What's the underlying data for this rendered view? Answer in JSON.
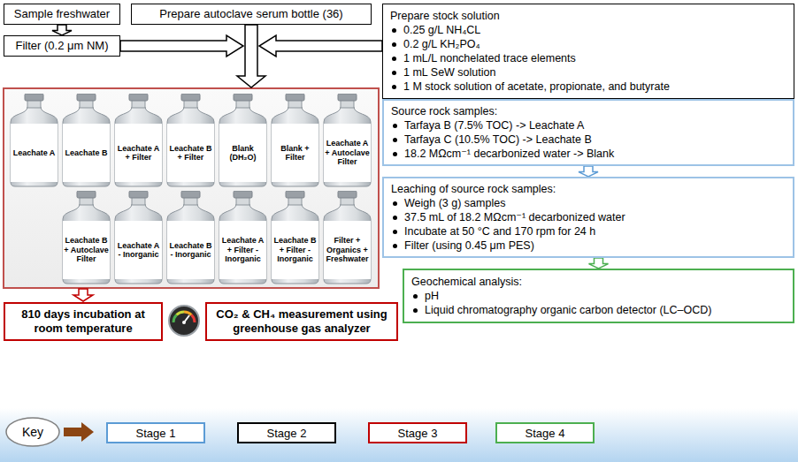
{
  "diagram": {
    "nodes": [
      {
        "text": [
          "Sample freshwater"
        ]
      },
      {
        "text": [
          "Prepare autoclave serum bottle (36)"
        ]
      },
      {
        "text": [
          "Prepare stock solution",
          "0.25 g/L NH₄CL",
          "0.2 g/L KH₂PO₄",
          "1 mL/L nonchelated trace elements",
          "1 mL SeW solution",
          "1 M stock solution of acetate, propionate, and butyrate"
        ]
      },
      {
        "text": [
          "Filter (0.2 μm NM)"
        ]
      },
      {
        "text": [
          "Leachate A"
        ]
      },
      {
        "text": [
          "Leachate B"
        ]
      },
      {
        "text": [
          "Leachate A + Filter"
        ]
      },
      {
        "text": [
          "Leachate B + Filter"
        ]
      },
      {
        "text": [
          "Blank (DH₂O)"
        ]
      },
      {
        "text": [
          "Blank + Filter"
        ]
      },
      {
        "text": [
          "Leachate A + Autoclave Filter"
        ]
      },
      {
        "text": [
          "Leachate B + Autoclave Filter"
        ]
      },
      {
        "text": [
          "Leachate A - Inorganic"
        ]
      },
      {
        "text": [
          "Leachate B - Inorganic"
        ]
      },
      {
        "text": [
          "Leachate A + Filter - Inorganic"
        ]
      },
      {
        "text": [
          "Leachate B + Filter - Inorganic"
        ]
      },
      {
        "text": [
          "Filter + Organics + Freshwater"
        ]
      },
      {
        "text": [
          "Source rock samples:",
          "Tarfaya B (7.5% TOC) -> Leachate A",
          "Tarfaya C (10.5% TOC) -> Leachate B",
          "18.2 MΩcm⁻¹ decarbonized water -> Blank"
        ]
      },
      {
        "text": [
          "Leaching of source rock samples:",
          "Weigh (3 g) samples",
          "37.5 mL of 18.2 MΩcm⁻¹ decarbonized water",
          "Incubate at 50 °C and 170 rpm for 24 h",
          "Filter (using 0.45 μm PES)"
        ]
      },
      {
        "text": [
          "Geochemical analysis:",
          "pH",
          "Liquid chromatography organic carbon detector (LC–OCD)"
        ]
      },
      {
        "text": [
          "810 days incubation at room temperature"
        ]
      },
      {
        "text": [
          "CO₂ & CH₄ measurement using greenhouse gas analyzer"
        ]
      },
      {
        "text": [
          "Key"
        ]
      }
    ],
    "edges": [
      {
        "from": 0,
        "to": 3,
        "arrow": "to"
      },
      {
        "from": 17,
        "to": 18,
        "arrow": "to"
      },
      {
        "from": 18,
        "to": 19,
        "arrow": "to"
      }
    ],
    "legend": [
      {
        "text": "Stage 1",
        "color": "#5b9bd5"
      },
      {
        "text": "Stage 2",
        "color": "#000000"
      },
      {
        "text": "Stage 3",
        "color": "#c00000"
      },
      {
        "text": "Stage 4",
        "color": "#4caf50"
      }
    ]
  }
}
